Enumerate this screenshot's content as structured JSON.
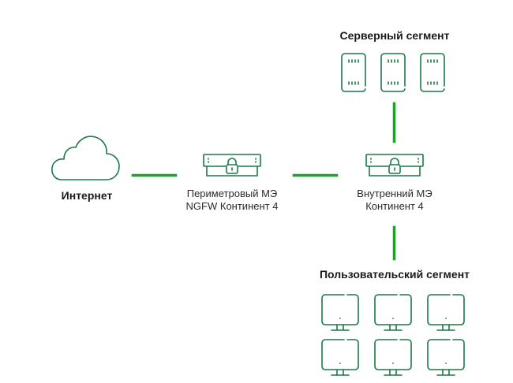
{
  "diagram": {
    "nodes": {
      "internet": {
        "label": "Интернет",
        "icon": "cloud-icon"
      },
      "perimeter_fw": {
        "label_line1": "Периметровый МЭ",
        "label_line2": "NGFW Континент 4",
        "icon": "firewall-icon"
      },
      "internal_fw": {
        "label_line1": "Внутренний МЭ",
        "label_line2": "Континент 4",
        "icon": "firewall-icon"
      },
      "server_segment": {
        "title": "Серверный сегмент",
        "icon": "server-icon",
        "count": 3
      },
      "user_segment": {
        "title": "Пользовательский сегмент",
        "icon": "monitor-icon",
        "count": 6
      }
    },
    "links": [
      {
        "from": "internet",
        "to": "perimeter_fw"
      },
      {
        "from": "perimeter_fw",
        "to": "internal_fw"
      },
      {
        "from": "internal_fw",
        "to": "server_segment"
      },
      {
        "from": "internal_fw",
        "to": "user_segment"
      }
    ],
    "colors": {
      "icon_stroke": "#1b7a45",
      "link": "#1aa52a"
    }
  }
}
